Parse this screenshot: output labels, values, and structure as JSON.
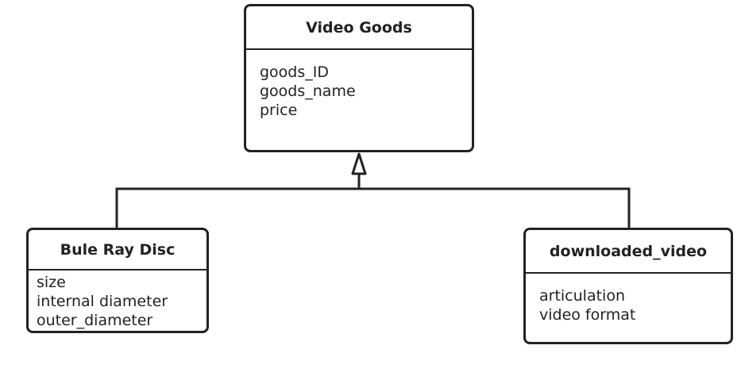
{
  "diagram": {
    "classes": [
      {
        "id": "video_goods",
        "name": "Video Goods",
        "attributes": [
          "goods_ID",
          "goods_name",
          "price"
        ]
      },
      {
        "id": "blu_ray_disc",
        "name": "Bule Ray Disc",
        "attributes": [
          "size",
          "internal diameter",
          "outer_diameter"
        ]
      },
      {
        "id": "downloaded_video",
        "name": "downloaded_video",
        "attributes": [
          "articulation",
          "video format"
        ]
      }
    ],
    "relations": [
      {
        "type": "generalization",
        "from": "blu_ray_disc",
        "to": "video_goods"
      },
      {
        "type": "generalization",
        "from": "downloaded_video",
        "to": "video_goods"
      }
    ],
    "colors": {
      "stroke": "#222222",
      "fill": "#ffffff",
      "text": "#222222"
    }
  }
}
